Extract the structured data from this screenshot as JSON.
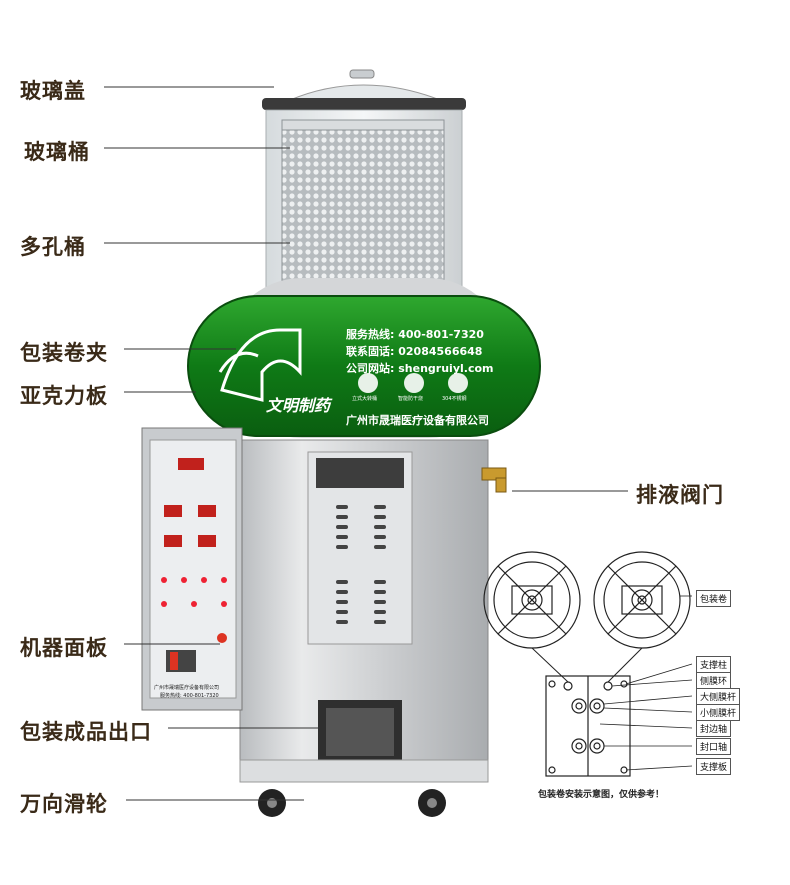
{
  "labels": {
    "glass_lid": "玻璃盖",
    "glass_barrel": "玻璃桶",
    "porous_barrel": "多孔桶",
    "pack_roll_clip": "包装卷夹",
    "acrylic_board": "亚克力板",
    "drain_valve": "排液阀门",
    "machine_panel": "机器面板",
    "product_outlet": "包装成品出口",
    "universal_wheel": "万向滑轮"
  },
  "board": {
    "hotline_label": "服务热线:",
    "hotline": "400-801-7320",
    "phone_label": "联系固话:",
    "phone": "02084566648",
    "website_label": "公司网站:",
    "website": "shengruiyl.com",
    "brand": "文明制药",
    "company": "广州市晟瑞医疗设备有限公司",
    "icon1": "立式大转桶",
    "icon2": "智能防干烧",
    "icon3": "304不锈钢"
  },
  "panel": {
    "company": "广州市晟瑞医疗设备有限公司",
    "hotline": "服务热线: 400-801-7320"
  },
  "inset": {
    "roll": "包装卷",
    "pillar": "支撑柱",
    "side_ring": "侧膜环",
    "big_rod": "大侧膜杆",
    "small_rod": "小侧膜杆",
    "edge_axis": "封边轴",
    "mouth_axis": "封口轴",
    "support_board": "支撑板",
    "caption": "包装卷安装示意图，仅供参考！"
  },
  "colors": {
    "label": "#3a2a18",
    "acrylic": "#1a8c1a",
    "steel": "#d4d6d8"
  }
}
